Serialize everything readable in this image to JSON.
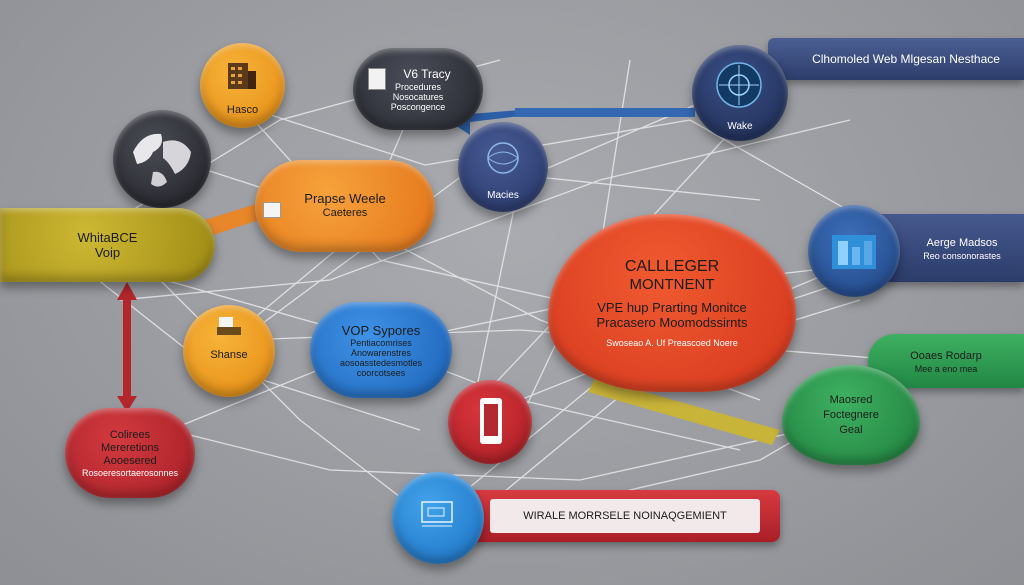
{
  "labels": {
    "orange_top": "Hasco",
    "dark_bubble_1": "V6 Tracy",
    "dark_bubble_2": "Procedures",
    "dark_bubble_3": "Nosocatures",
    "dark_bubble_4": "Poscongence",
    "top_right_banner": "Clhomoled Web Mlgesan Nesthace",
    "top_right_circle": "Wake",
    "navy_center": "Macies",
    "orange_bubble_1": "Prapse Weele",
    "orange_bubble_2": "Caeteres",
    "olive_1": "WhitaBCE",
    "olive_2": "Voip",
    "red_cloud_1": "CALLLEGER",
    "red_cloud_2": "MONTNENT",
    "red_cloud_3": "VPE hup Prarting Monitce",
    "red_cloud_4": "Pracasero Moomodssirnts",
    "red_cloud_5": "Swoseao A. Uf Preascoed Noere",
    "right_banner_blue_1": "Aerge Madsos",
    "right_banner_blue_2": "Reo consonorastes",
    "right_banner_green_1": "Ooaes Rodarp",
    "right_banner_green_2": "Mee a eno mea",
    "orange_lower": "Shanse",
    "blue_bubble_1": "VOP  Sypores",
    "blue_bubble_2": "Pentiacomrises",
    "blue_bubble_3": "Anowarenstres",
    "blue_bubble_4": "aosoasstedesmotles",
    "blue_bubble_5": "coorcotsees",
    "green_cloud_1": "Maosred",
    "green_cloud_2": "Foctegnere",
    "green_cloud_3": "Geal",
    "red_left_1": "Colirees",
    "red_left_2": "Mereretions",
    "red_left_3": "Aooesered",
    "red_left_4": "Rosoeresortaerosonnes",
    "bottom_banner": "WIRALE MORRSELE NOINAQGEMIENT"
  },
  "icons": [
    "building-icon",
    "globe-icon",
    "clipboard-icon",
    "gear-icon",
    "cloud-server-icon",
    "tablet-icon",
    "laptop-icon",
    "document-icon"
  ]
}
